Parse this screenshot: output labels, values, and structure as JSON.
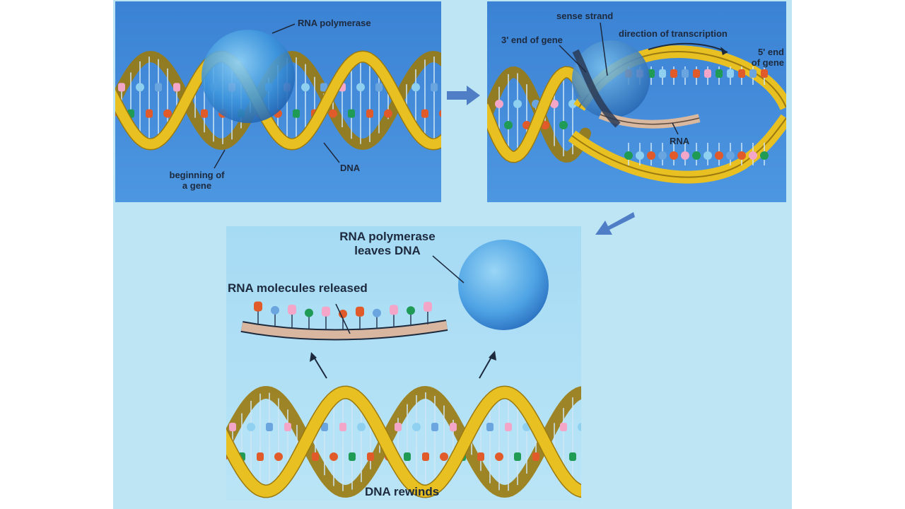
{
  "panel1": {
    "labels": {
      "rna_polymerase": "RNA polymerase",
      "dna": "DNA",
      "beginning_line1": "beginning of",
      "beginning_line2": "a gene"
    }
  },
  "panel2": {
    "labels": {
      "sense_strand": "sense strand",
      "three_prime_end": "3' end of gene",
      "direction": "direction of transcription",
      "five_prime_line1": "5' end",
      "five_prime_line2": "of gene",
      "rna": "RNA"
    }
  },
  "panel3": {
    "labels": {
      "polymerase_line1": "RNA polymerase",
      "polymerase_line2": "leaves DNA",
      "released": "RNA molecules released",
      "rewinds": "DNA rewinds"
    }
  },
  "colors": {
    "slide_background": "#bde5f3",
    "panel_top_background": "#3a86d6",
    "panel_bottom_background": "#a9dcf3",
    "helix_ribbon": "#e8c021",
    "arrow": "#4f7ec6",
    "label_text": "#1d2a3e"
  }
}
